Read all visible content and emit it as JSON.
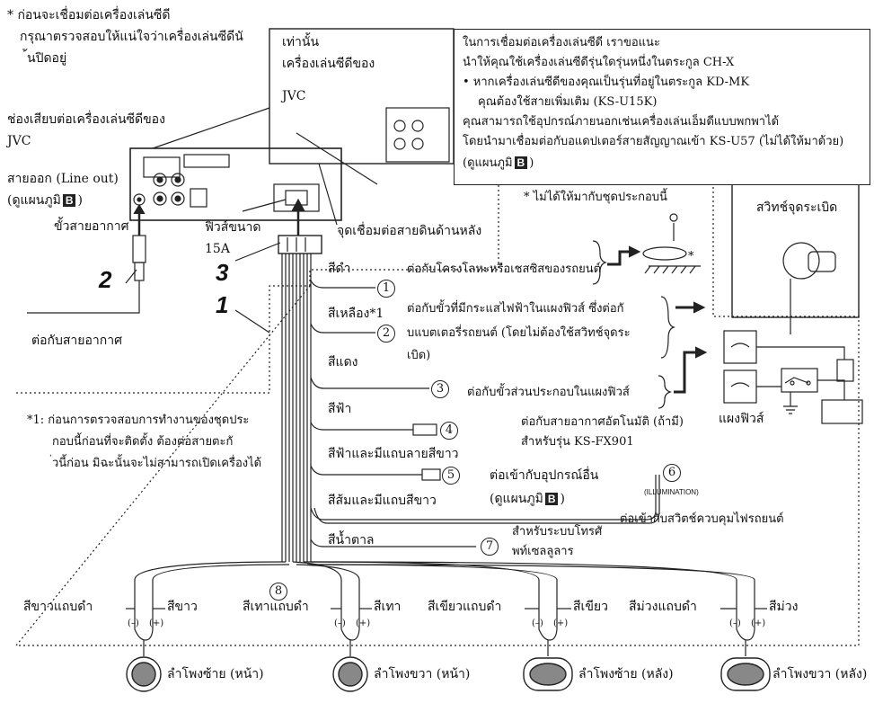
{
  "top_note": {
    "line1": "* ก่อนจะเชื่อมต่อเครื่องเล่นซีดี",
    "line2": "กรุณาตรวจสอบให้แน่ใจว่าเครื่องเล่นซีดีนั",
    "line3": "้นปิดอยู่"
  },
  "callout_cd": {
    "line1": "เท่านั้น",
    "line2": "เครื่องเล่นซีดีของ",
    "line3": "JVC"
  },
  "info_box": {
    "line1": "ในการเชื่อมต่อเครื่องเล่นซีดี เราขอแนะ",
    "line2": "นำให้คุณใช้เครื่องเล่นซีดีรุ่นใดรุ่นหนึ่งในตระกูล CH-X",
    "line3": "• หากเครื่องเล่นซีดีของคุณเป็นรุ่นที่อยู่ในตระกูล KD-MK",
    "line4": "คุณต้องใช้สายเพิ่มเติม (KS-U15K)",
    "line5": "คุณสามารถใช้อุปกรณ์ภายนอกเช่นเครื่องเล่นเอ็มดีแบบพกพาได้",
    "line6": "โดยนำมาเชื่อมต่อกับอแดปเตอร์สายสัญญาณเข้า KS-U57 (ไม่ได้ให้มาด้วย)",
    "line7": "(ดูแผนภูมิ",
    "line7_badge": "B",
    "line7_end": ")"
  },
  "labels": {
    "cd_jack_1": "ช่องเสียบต่อเครื่องเล่นซีดีของ",
    "cd_jack_2": "JVC",
    "line_out": "สายออก (Line out)",
    "see_chart": "(ดูแผนภูมิ",
    "see_chart_badge": "B",
    "see_chart_end": ")",
    "antenna_terminal": "ขั้วสายอากาศ",
    "fuse_1": "ฟิวส์ขนาด",
    "fuse_2": "15A",
    "ground_point": "จุดเชื่อมต่อสายดินด้านหลัง",
    "to_antenna": "ต่อกับสายอากาศ",
    "not_supplied": "* ไม่ได้ให้มากับชุดประกอบนี้",
    "ignition_switch": "สวิทช์จุดระเบิด",
    "fuse_box": "แผงฟิวส์",
    "num_1": "1",
    "num_2": "2",
    "num_3": "3",
    "asterisk_star": "*"
  },
  "warning": {
    "line1": "*1: ก่อนการตรวจสอบการทำงานของชุดประ",
    "line2": "กอบนี้ก่อนที่จะติดตั้ง ต้องต่อสายตะกั",
    "line3": "่วนี้ก่อน มิฉะนั้นจะไม่สามารถเปิดเครื่องได้"
  },
  "wires": [
    {
      "color": "สีดำ",
      "num": "1",
      "desc": "ต่อกับโครงโลหะหรือเชสซิสของรถยนต์"
    },
    {
      "color": "สีเหลือง*1",
      "num": "2",
      "desc1": "ต่อกับขั้วที่มีกระแสไฟฟ้าในแผงฟิวส์ ซึ่งต่อกั",
      "desc2": "บแบตเตอรี่รถยนต์ (โดยไม่ต้องใช้สวิทช์จุดระ",
      "desc3": "เบิด)"
    },
    {
      "color": "สีแดง",
      "num": "3",
      "desc": "ต่อกับขั้วส่วนประกอบในแผงฟิวส์"
    },
    {
      "color": "สีฟ้า",
      "num": "4",
      "desc1": "ต่อกับสายอากาศอัตโนมัติ (ถ้ามี)",
      "desc2": "สำหรับรุ่น KS-FX901"
    },
    {
      "color": "สีฟ้าและมีแถบลายสีขาว",
      "num": "5",
      "desc1": "ต่อเข้ากับอุปกรณ์อื่น",
      "desc2": "(ดูแผนภูมิ",
      "badge": "B",
      "desc2_end": ")"
    },
    {
      "color": "สีส้มและมีแถบสีขาว",
      "num": "6",
      "tag": "(ILLUMINATION)",
      "desc": "ต่อเข้ากับสวิตช์ควบคุมไฟรถยนต์"
    },
    {
      "color": "สีน้ำตาล",
      "num": "7",
      "desc1": "สำหรับระบบโทรศั",
      "desc2": "พท์เซลลูลาร"
    }
  ],
  "speakers": {
    "num": "8",
    "minus": "(–)",
    "plus": "(+)",
    "groups": [
      {
        "left": "สีขาวแถบดำ",
        "right": "สีขาว",
        "name": "ลำโพงซ้าย (หน้า)"
      },
      {
        "left": "สีเทาแถบดำ",
        "right": "สีเทา",
        "name": "ลำโพงขวา (หน้า)"
      },
      {
        "left": "สีเขียวแถบดำ",
        "right": "สีเขียว",
        "name": "ลำโพงซ้าย (หลัง)"
      },
      {
        "left": "สีม่วงแถบดำ",
        "right": "สีม่วง",
        "name": "ลำโพงขวา (หลัง)"
      }
    ]
  }
}
